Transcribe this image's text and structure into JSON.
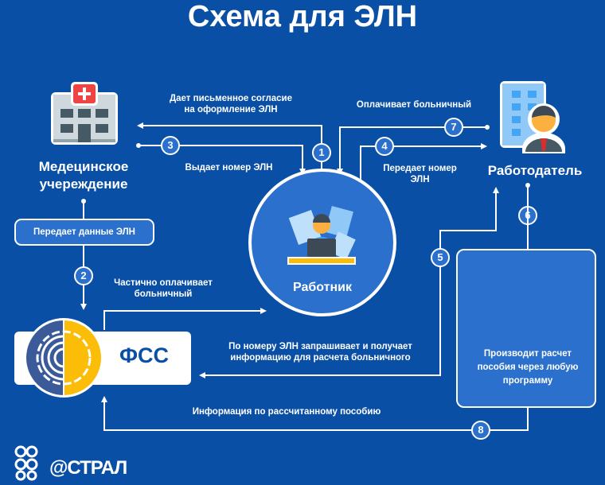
{
  "title": "Схема для ЭЛН",
  "nodes": {
    "medical": "Медецинское учереждение",
    "medical_l1": "Медецинское",
    "medical_l2": "учереждение",
    "worker": "Работник",
    "employer": "Работодатель",
    "fss": "ФСС"
  },
  "steps": [
    {
      "n": "1",
      "line1": "Дает письменное согласие",
      "line2": "на оформление ЭЛН"
    },
    {
      "n": "2",
      "line1": "Частично оплачивает",
      "line2": "больничный",
      "pill": "Передает данные ЭЛН"
    },
    {
      "n": "3",
      "line1": "Выдает номер ЭЛН"
    },
    {
      "n": "4",
      "line1": "Передает номер",
      "line2": "ЭЛН"
    },
    {
      "n": "5",
      "line1": "По номеру ЭЛН запрашивает и получает",
      "line2": "информацию для расчета больничного"
    },
    {
      "n": "6",
      "line1": "Производит расчет",
      "line2": "пособия через любую",
      "line3": "программу"
    },
    {
      "n": "7",
      "line1": "Оплачивает больничный"
    },
    {
      "n": "8",
      "line1": "Информация по рассчитанному пособию"
    }
  ],
  "logo": "@СТРАЛ",
  "colors": {
    "background": "#0a4fa6",
    "panel": "#2a70cc",
    "accent_yellow": "#fbbd08",
    "fss_blue": "#3a5a9a"
  }
}
